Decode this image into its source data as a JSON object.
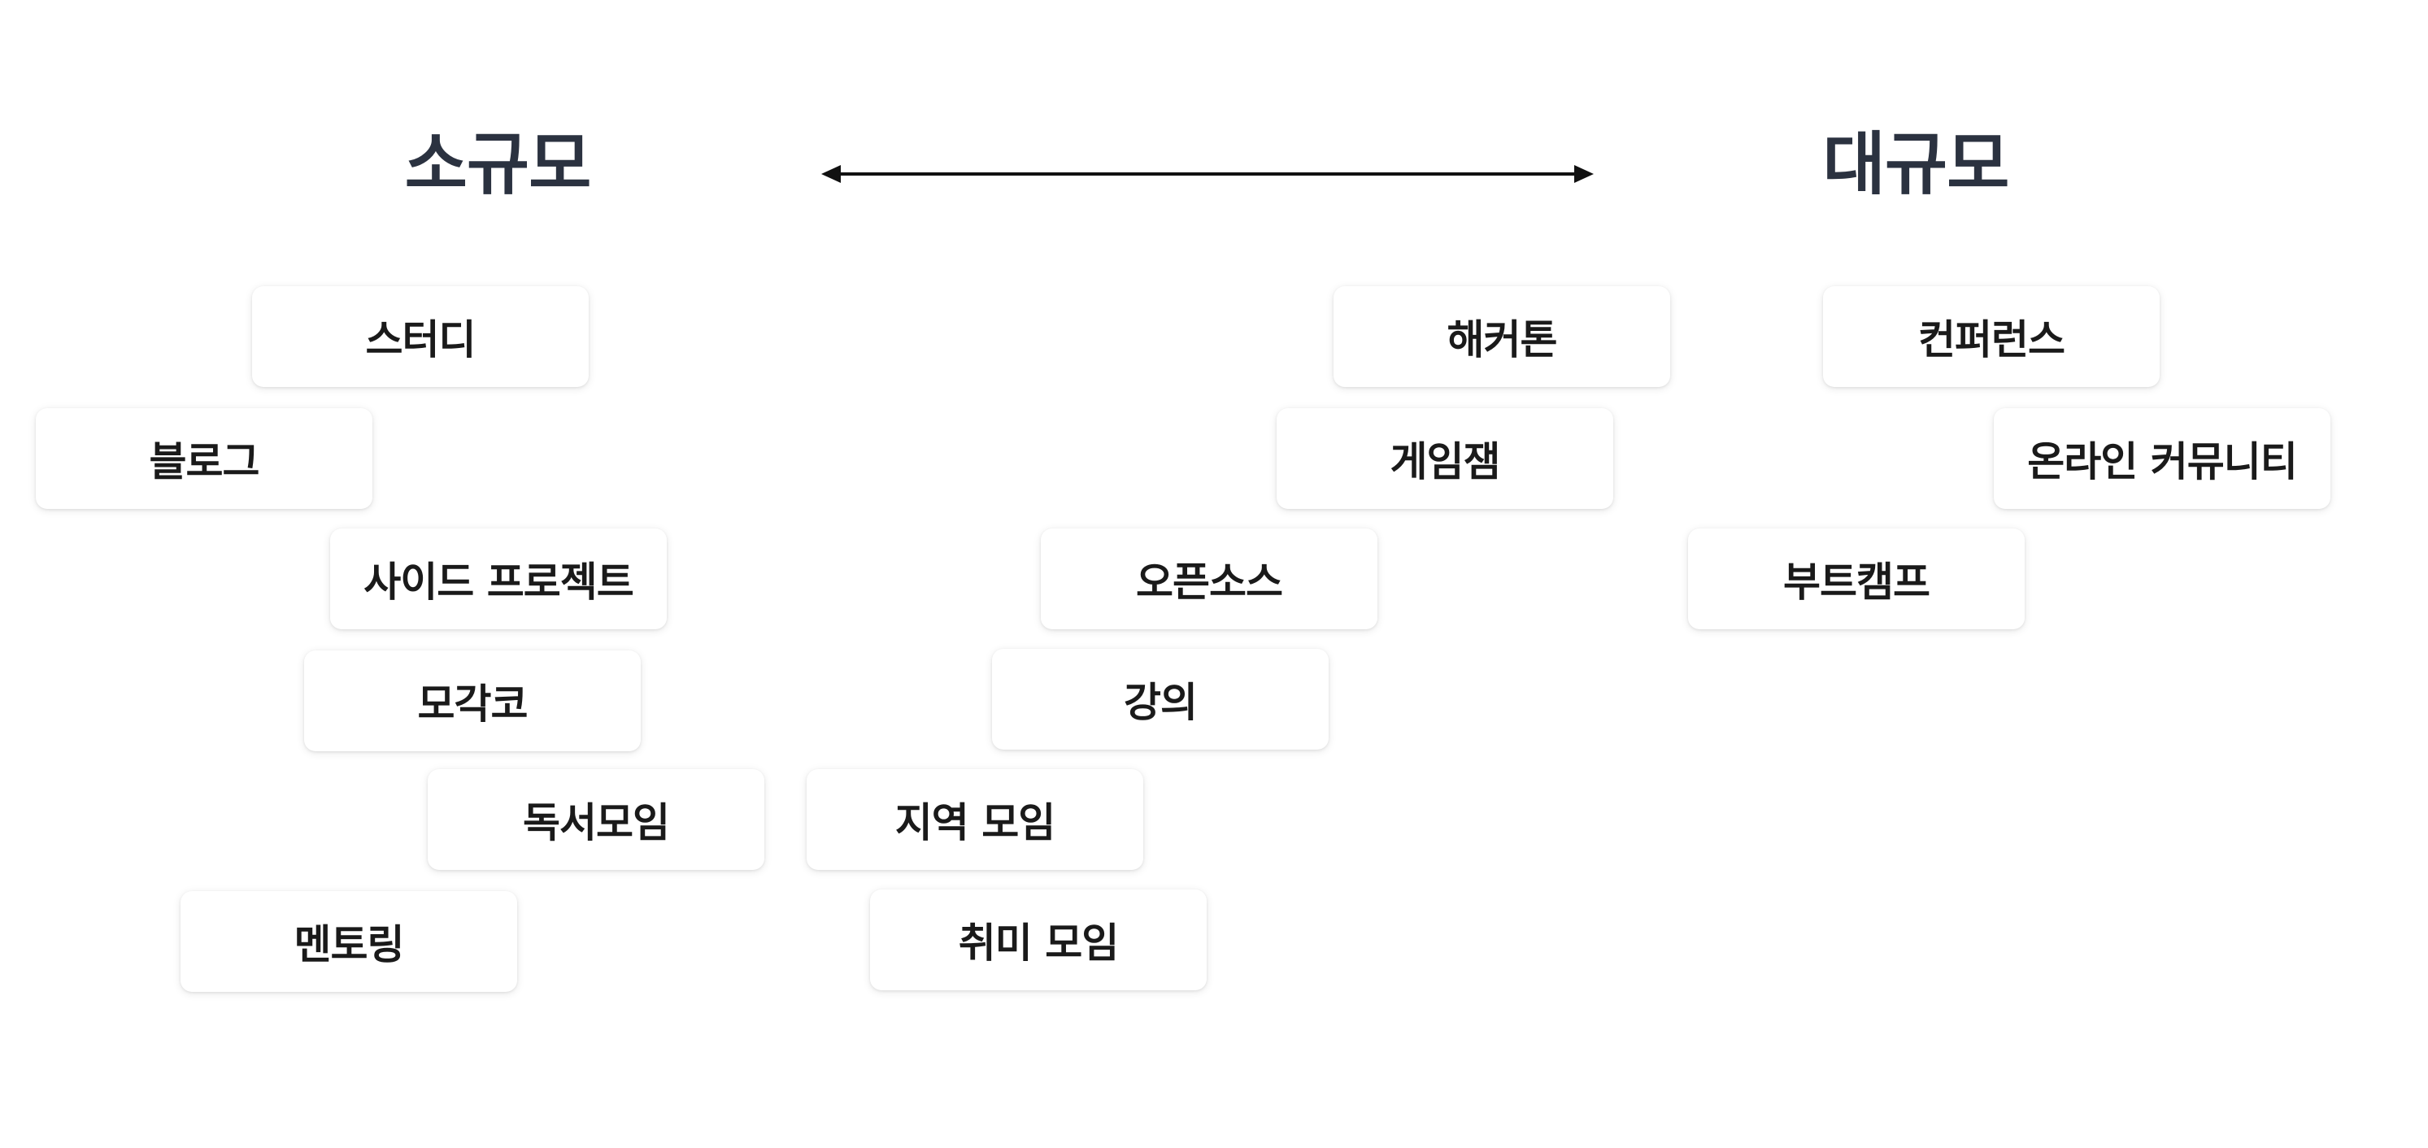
{
  "headings": {
    "small_scale": "소규모",
    "large_scale": "대규모"
  },
  "colors": {
    "heading_text": "#2b3240",
    "card_text": "#1a1a1a",
    "card_background": "#ffffff",
    "arrow": "#111111"
  },
  "scale_arrow": {
    "icon": "double-headed-arrow"
  },
  "activities": {
    "study": "스터디",
    "blog": "블로그",
    "side_project": "사이드 프로젝트",
    "mogakco": "모각코",
    "book_club": "독서모임",
    "mentoring": "멘토링",
    "open_source": "오픈소스",
    "lecture": "강의",
    "local_meetup": "지역 모임",
    "hobby_meetup": "취미 모임",
    "hackathon": "해커톤",
    "game_jam": "게임잼",
    "conference": "컨퍼런스",
    "online_community": "온라인 커뮤니티",
    "bootcamp": "부트캠프"
  }
}
